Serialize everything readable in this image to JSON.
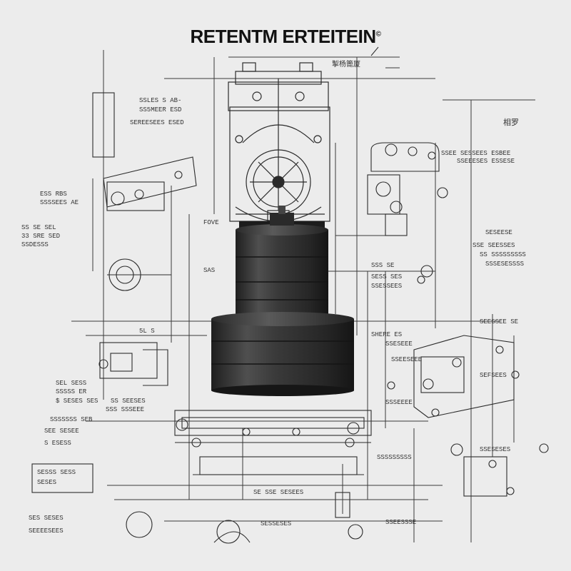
{
  "title": "RETENTM ERTEITEIN",
  "title_mark": "©",
  "notes": {
    "n_top_right_header": "掣杨篦厦",
    "n_left_stack_1": "SSLES S AB-",
    "n_left_stack_2": "SS5MEER ESD",
    "n_left_stack_3": "SEREESEES ESED",
    "n_mid_label": "FOVE",
    "n_gauge_label": "SAS",
    "n_left_1": "ESS RBS",
    "n_left_2": "SSSSEES AE",
    "n_left_3": "SS SE SEL",
    "n_left_4": "33 SRE SED",
    "n_left_5": "SSDESSS",
    "n_left_6": "5L S",
    "n_left_7": "SEL SESS",
    "n_left_8": "SSSSS ER",
    "n_left_9": "$ SESES SES",
    "n_left_10": "SS SEESES",
    "n_left_11": "SSS SSSEEE",
    "n_left_12": "SSSSSSS SEB",
    "n_left_13": "SEE SESEE",
    "n_left_14": "S ESESS",
    "n_left_15": "SESSS SESS",
    "n_left_16": "SESES",
    "n_left_17": "SES SESES",
    "n_left_18": "SEEEESEES",
    "n_right_1": "相罗",
    "n_right_2": "SSEE SESSEES ESBEE",
    "n_right_3": "SSEEESES ESSESE",
    "n_right_4": "SESEESE",
    "n_right_5": "SSE SEESSES",
    "n_right_6": "SS SSSSSSSSS",
    "n_right_7": "SSSESESSSS",
    "n_right_8": "SSS SE",
    "n_right_9": "SESS SES",
    "n_right_10": "SSESSEES",
    "n_right_11": "SEESSEE SE",
    "n_right_12": "SHERE ES",
    "n_right_13": "SSESEEE",
    "n_right_14": "SSEESEEE",
    "n_right_15": "SEFSEES",
    "n_right_16": "SSSEEEE",
    "n_right_17": "SSESESES",
    "n_bottom_1": "SE SSE SESEES",
    "n_bottom_2": "SESSESES",
    "n_bottom_3": "SSSSSSSSS",
    "n_bottom_4": "SSEESSSE"
  },
  "colors": {
    "paper": "#ececec",
    "ink": "#2b2b2b",
    "line": "#3a3a3a",
    "body_dark": "#2f2f2f",
    "body_mid": "#4a4a4a",
    "highlight": "#8a8a8a"
  }
}
